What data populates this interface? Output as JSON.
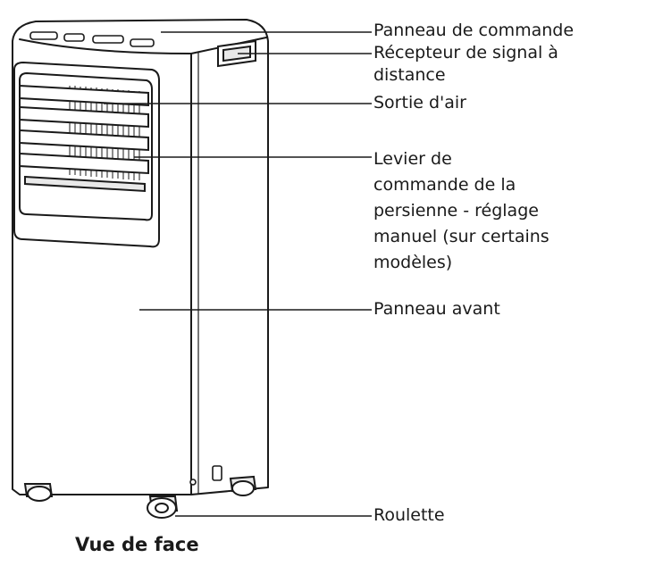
{
  "caption": "Vue de face",
  "labels": [
    {
      "id": "control-panel",
      "lines": [
        "Panneau de commande"
      ]
    },
    {
      "id": "remote-receiver",
      "lines": [
        "Récepteur de signal à",
        "distance"
      ]
    },
    {
      "id": "air-outlet",
      "lines": [
        "Sortie d'air"
      ]
    },
    {
      "id": "louver-lever",
      "lines": [
        "Levier de",
        "commande de la",
        "persienne - réglage",
        "manuel (sur certains",
        "modèles)"
      ]
    },
    {
      "id": "front-panel",
      "lines": [
        "Panneau avant"
      ]
    },
    {
      "id": "caster",
      "lines": [
        "Roulette"
      ]
    }
  ],
  "colors": {
    "line": "#1a1a1a",
    "fill": "#ffffff",
    "shade": "#e9e9e9"
  }
}
